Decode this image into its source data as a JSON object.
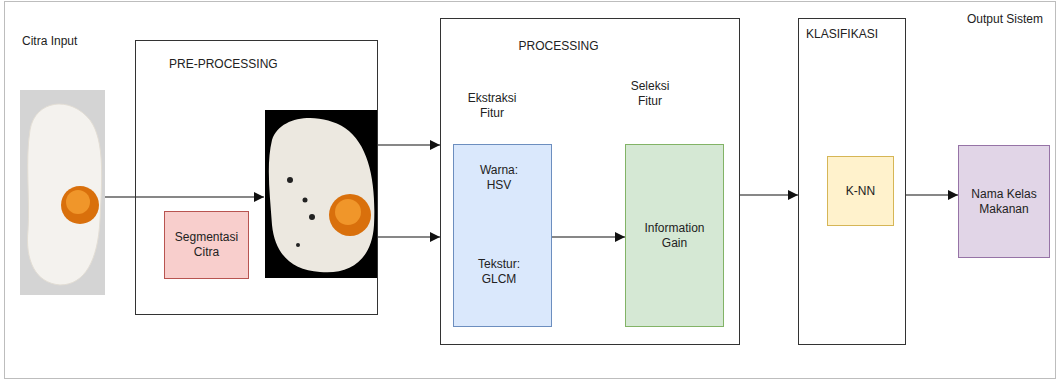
{
  "diagram": {
    "nodes": [
      {
        "text": [
          "PRE-PROCESSING"
        ]
      },
      {
        "text": [
          "Segmentasi Citra"
        ],
        "in": 0
      },
      {
        "text": [
          "PROCESSING"
        ]
      },
      {
        "text": [
          "Ekstraksi Fitur",
          "Warna: HSV",
          "Tekstur: GLCM"
        ],
        "in": 2
      },
      {
        "text": [
          "Seleksi Fitur",
          "Information Gain"
        ],
        "in": 2
      },
      {
        "text": [
          "KLASIFIKASI"
        ]
      },
      {
        "text": [
          "K-NN"
        ],
        "in": 5
      },
      {
        "text": [
          "Output Sistem",
          "Nama Kelas Makanan"
        ]
      }
    ],
    "edges": [
      {
        "from": 0,
        "to": 2,
        "arrow": "to"
      },
      {
        "from": 0,
        "to": 2,
        "arrow": "to"
      },
      {
        "from": 3,
        "to": 4,
        "arrow": "to"
      },
      {
        "from": 2,
        "to": 5,
        "arrow": "to"
      },
      {
        "from": 5,
        "to": 7,
        "arrow": "to"
      }
    ],
    "labels": [
      "Citra Input"
    ]
  }
}
